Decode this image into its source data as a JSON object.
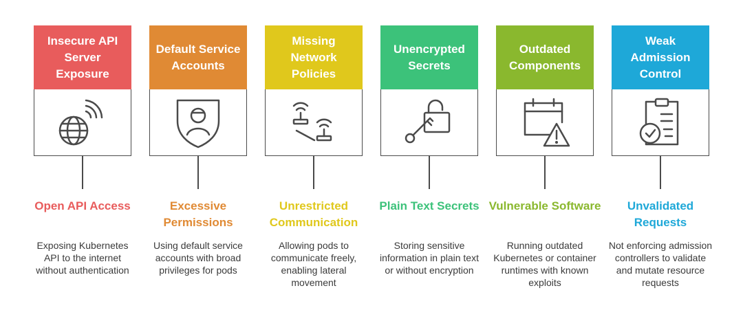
{
  "columns": [
    {
      "header": "Insecure API Server Exposure",
      "title": "Open API Access",
      "description": "Exposing Kubernetes API to the internet without authentication",
      "color": "#e85c5c",
      "icon": "globe-wifi-icon"
    },
    {
      "header": "Default Service Accounts",
      "title": "Excessive Permissions",
      "description": "Using default service accounts with broad privileges for pods",
      "color": "#e08a34",
      "icon": "user-shield-icon"
    },
    {
      "header": "Missing Network Policies",
      "title": "Unrestricted Communication",
      "description": "Allowing pods to communicate freely, enabling lateral movement",
      "color": "#e0c81c",
      "icon": "routers-icon"
    },
    {
      "header": "Unencrypted Secrets",
      "title": "Plain Text Secrets",
      "description": "Storing sensitive information in plain text or without encryption",
      "color": "#3cc27a",
      "icon": "unlocked-padlock-key-icon"
    },
    {
      "header": "Outdated Components",
      "title": "Vulnerable Software",
      "description": "Running outdated Kubernetes or container runtimes with known exploits",
      "color": "#8ab82e",
      "icon": "calendar-warning-icon"
    },
    {
      "header": "Weak Admission Control",
      "title": "Unvalidated Requests",
      "description": "Not enforcing admission controllers to validate and mutate resource requests",
      "color": "#1ea8d8",
      "icon": "clipboard-check-icon"
    }
  ]
}
